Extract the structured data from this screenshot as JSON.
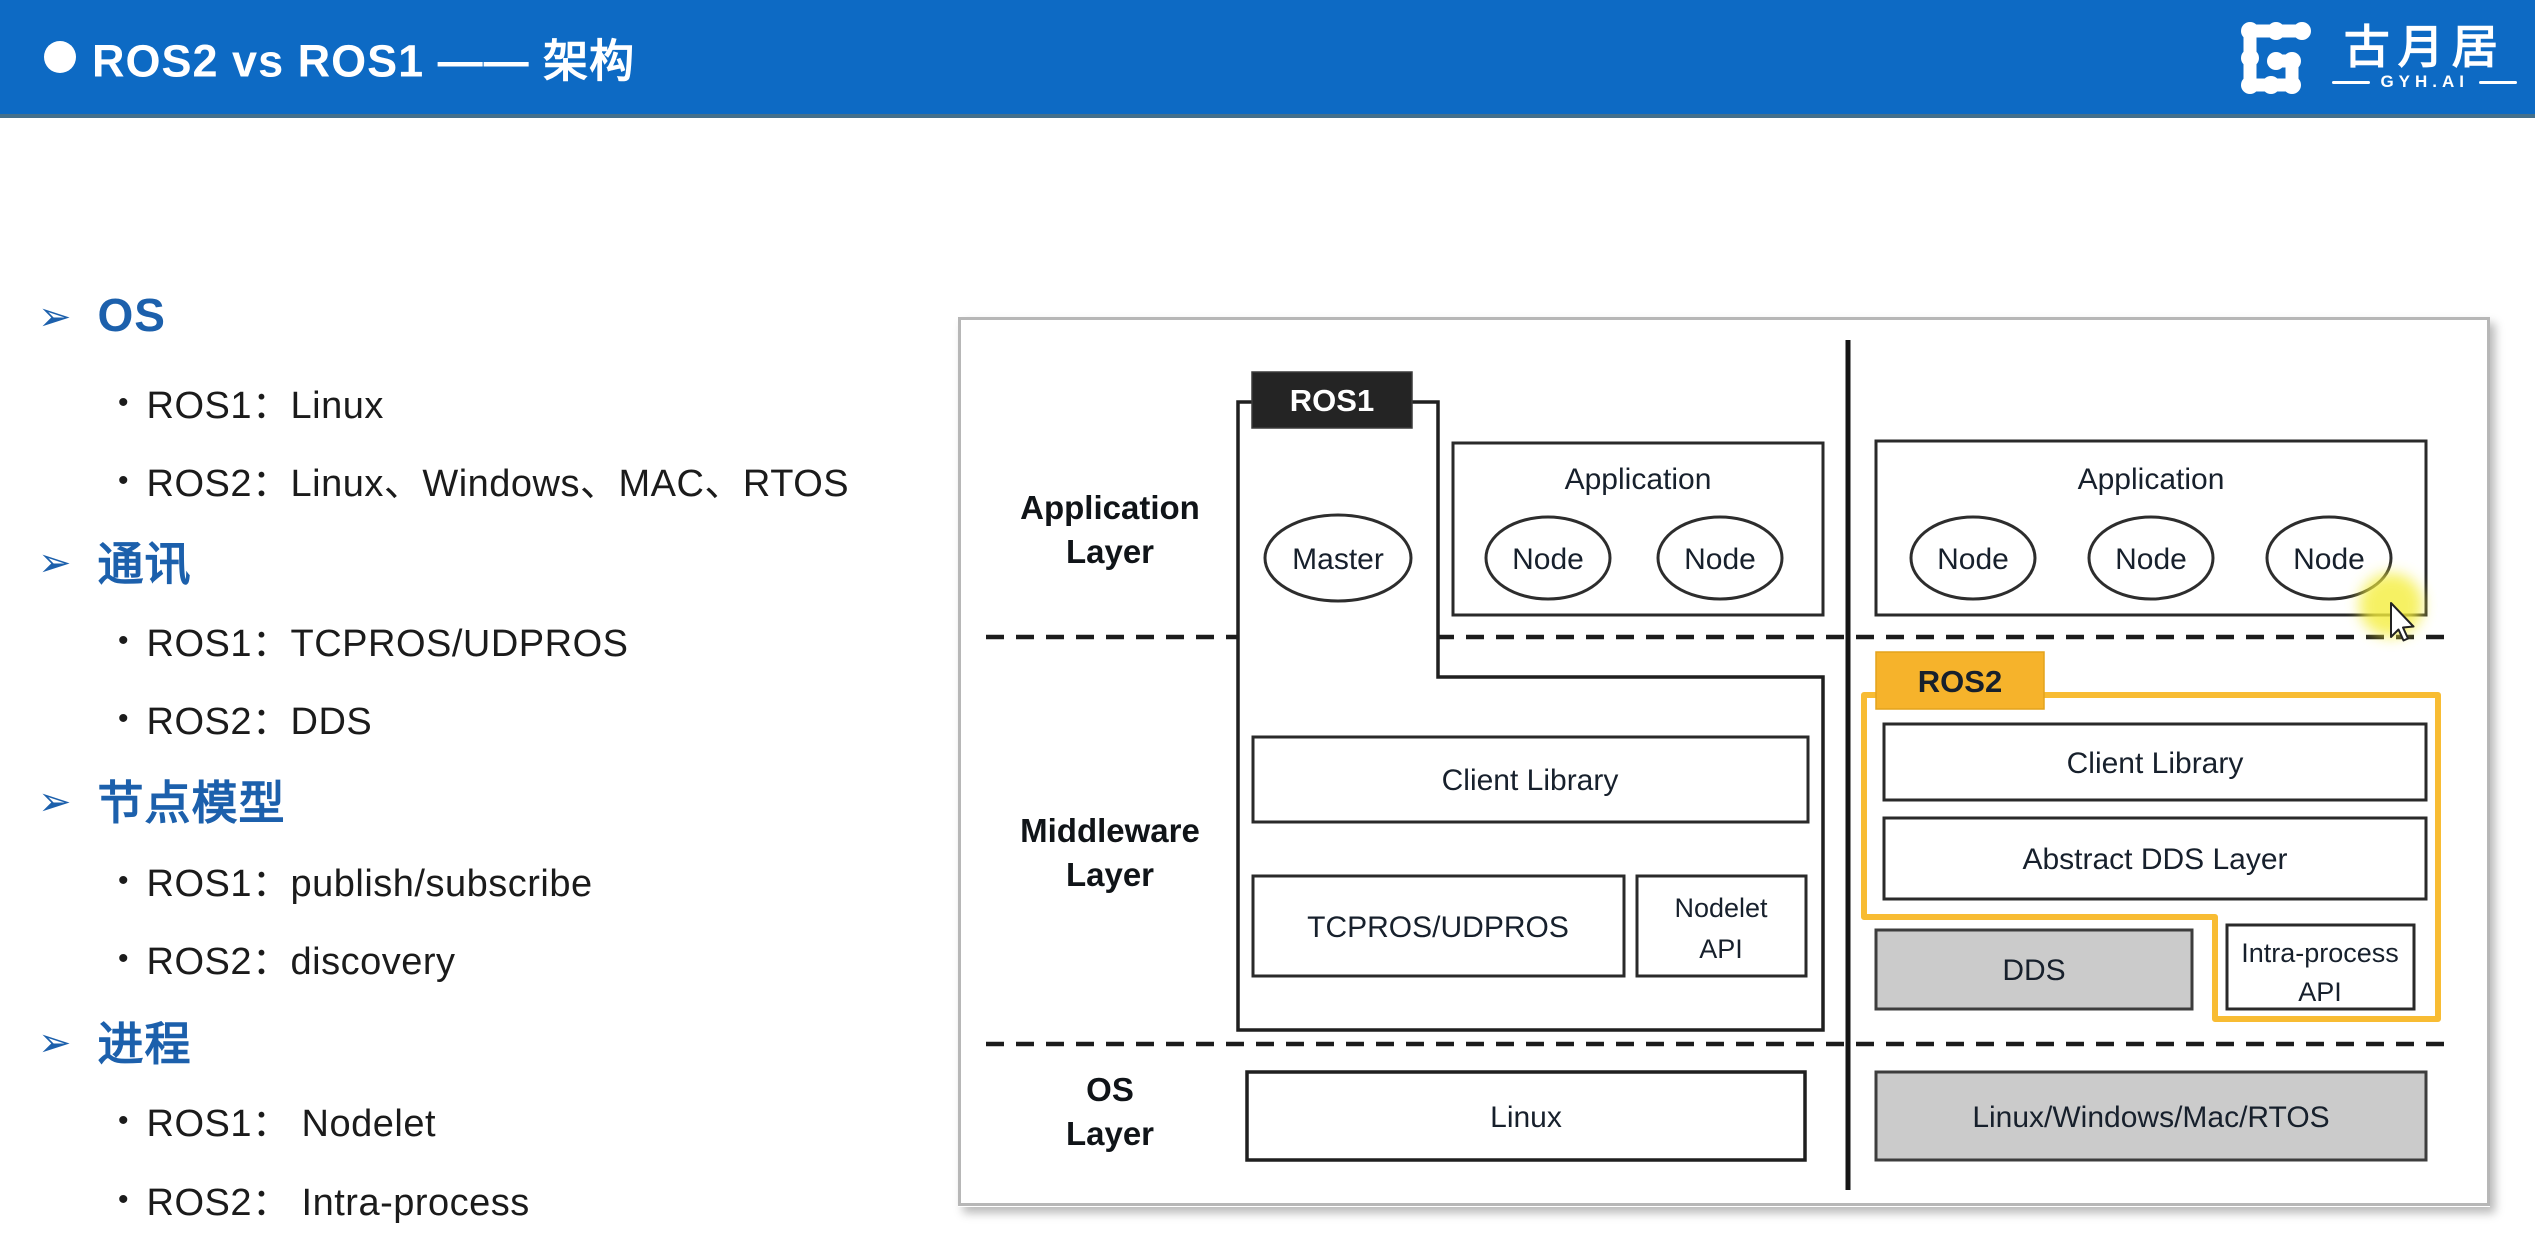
{
  "colors": {
    "header_blue": "#0d6ac4",
    "accent_blue": "#1c60ac",
    "amber": "#f6b32b",
    "amber_outline": "#f8bc33",
    "gray_box": "#cbcbcb",
    "dark_box": "#242424",
    "highlight_yellow": "#f4ee3c"
  },
  "header": {
    "title": "ROS2 vs ROS1 —— 架构",
    "logo_text": "古月居",
    "logo_subtitle": "GYH.AI"
  },
  "list": {
    "sections": [
      {
        "heading": "OS",
        "items": [
          "ROS1：Linux",
          "ROS2：Linux、Windows、MAC、RTOS"
        ]
      },
      {
        "heading": "通讯",
        "items": [
          "ROS1：TCPROS/UDPROS",
          "ROS2：DDS"
        ]
      },
      {
        "heading": "节点模型",
        "items": [
          "ROS1：publish/subscribe",
          "ROS2：discovery"
        ]
      },
      {
        "heading": "进程",
        "items": [
          "ROS1： Nodelet",
          "ROS2： Intra-process"
        ]
      }
    ]
  },
  "diagram": {
    "layer_labels": [
      [
        "Application",
        "Layer"
      ],
      [
        "Middleware",
        "Layer"
      ],
      [
        "OS",
        "Layer"
      ]
    ],
    "ros1": {
      "tag": "ROS1",
      "master": "Master",
      "app_title": "Application",
      "nodes": [
        "Node",
        "Node"
      ],
      "client_library": "Client Library",
      "transport": "TCPROS/UDPROS",
      "nodelet_api": [
        "Nodelet",
        "API"
      ],
      "os_box": "Linux"
    },
    "ros2": {
      "tag": "ROS2",
      "app_title": "Application",
      "nodes": [
        "Node",
        "Node",
        "Node"
      ],
      "client_library": "Client Library",
      "abstract_dds": "Abstract DDS Layer",
      "dds": "DDS",
      "intra_process": [
        "Intra-process",
        "API"
      ],
      "os_box": "Linux/Windows/Mac/RTOS"
    }
  }
}
